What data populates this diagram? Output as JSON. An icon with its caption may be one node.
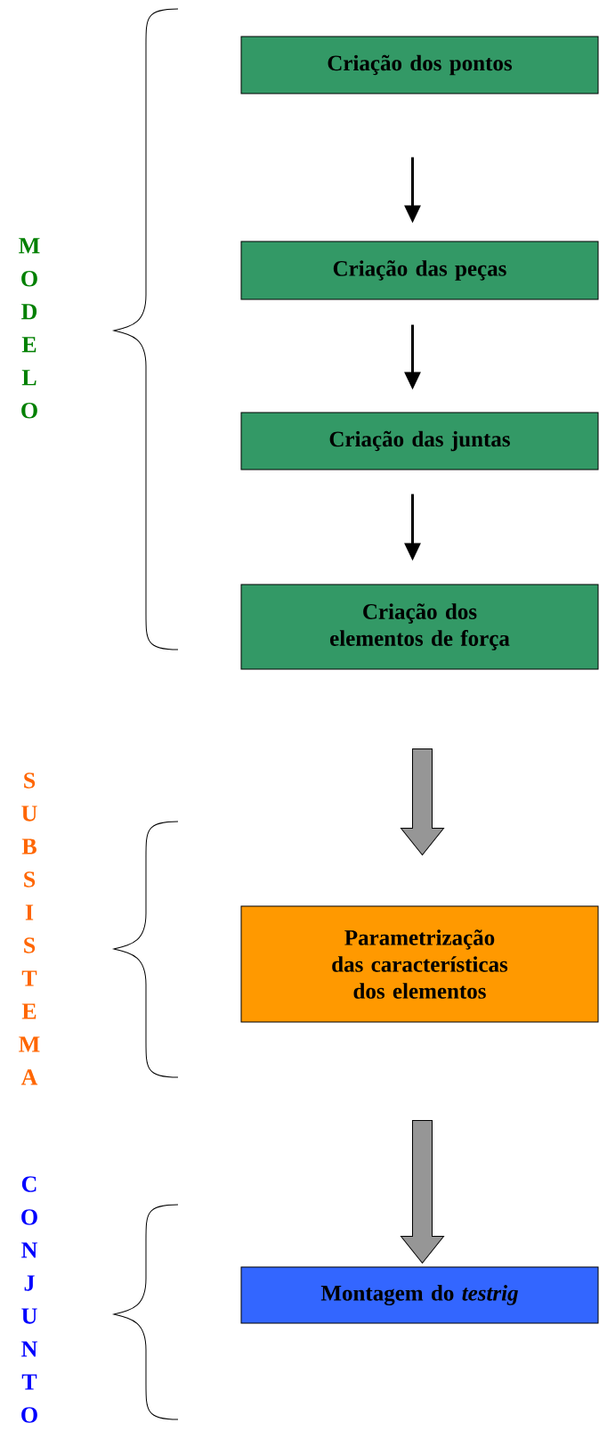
{
  "diagram": {
    "nodes": [
      {
        "text": [
          "Criação dos pontos"
        ]
      },
      {
        "text": [
          "Criação das peças"
        ]
      },
      {
        "text": [
          "Criação das juntas"
        ]
      },
      {
        "text": [
          "Criação dos elementos de força"
        ]
      },
      {
        "text": [
          "Parametrização das características dos elementos"
        ]
      },
      {
        "text": [
          "Montagem do *testrig*"
        ]
      }
    ],
    "edges": [
      {
        "from": 0,
        "to": 1,
        "arrow": "to"
      },
      {
        "from": 1,
        "to": 2,
        "arrow": "to"
      },
      {
        "from": 2,
        "to": 3,
        "arrow": "to"
      },
      {
        "from": 3,
        "to": 4,
        "arrow": "to",
        "style": "thick",
        "color": "#969696"
      },
      {
        "from": 4,
        "to": 5,
        "arrow": "to",
        "style": "thick",
        "color": "#969696"
      }
    ],
    "labels": [
      "MODELO",
      "SUBSISTEMA",
      "CONJUNTO"
    ]
  }
}
